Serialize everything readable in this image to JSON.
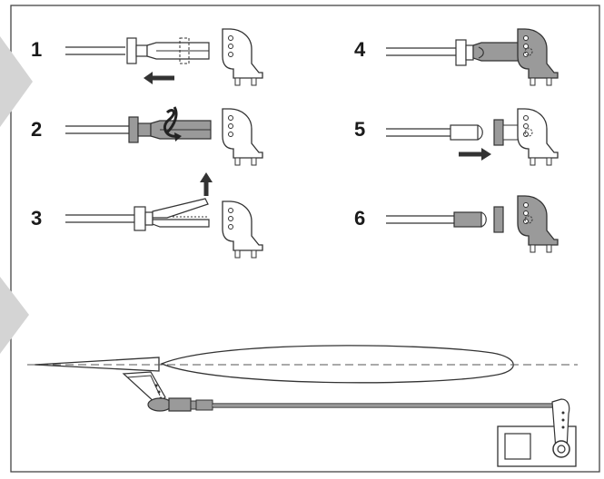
{
  "steps": [
    {
      "number": "1"
    },
    {
      "number": "2"
    },
    {
      "number": "3"
    },
    {
      "number": "4"
    },
    {
      "number": "5"
    },
    {
      "number": "6"
    }
  ],
  "colors": {
    "line": "#333333",
    "metal_fill": "#9a9a9a",
    "light_fill": "#ffffff",
    "guide_gray": "#d4d4d4",
    "arrow": "#333333"
  },
  "icons": {
    "arrow_left": "arrow-left-icon",
    "arrow_up": "arrow-up-icon",
    "arrow_right": "arrow-right-icon",
    "rotate": "rotate-icon"
  }
}
